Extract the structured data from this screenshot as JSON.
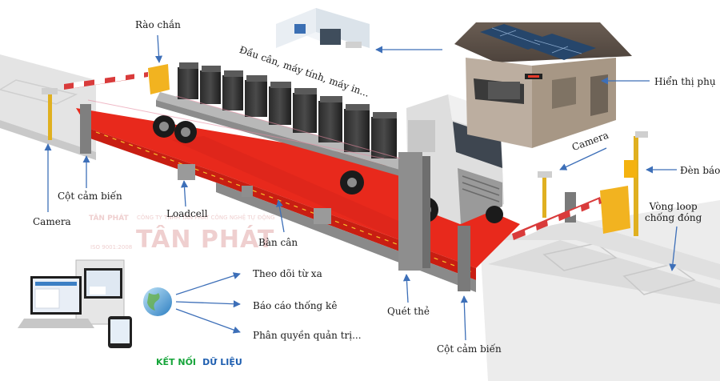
{
  "labels": {
    "rao_chan": "Rào chắn",
    "dau_can": "Đầu cân, máy tính, máy in...",
    "hien_thi_phu": "Hiển thị phụ",
    "camera_right": "Camera",
    "den_bao": "Đèn báo",
    "vong_loop": "Vòng loop\nchống đóng",
    "cot_cam_bien_left": "Cột cảm biến",
    "camera_left": "Camera",
    "loadcell": "Loadcell",
    "ban_can": "Bàn cân",
    "quet_the": "Quét thẻ",
    "cot_cam_bien_bottom": "Cột cảm biến",
    "theo_doi": "Theo dõi từ xa",
    "bao_cao": "Báo cáo thống kê",
    "phan_quyen": "Phân quyền quản trị..."
  },
  "watermark": {
    "brand_small": "TÂN PHÁT",
    "company": "CÔNG TY TNHH TÂN PHÁT CÔNG NGHỆ TỰ ĐỘNG",
    "iso": "ISO 9001:2008",
    "brand_large": "TÂN PHÁT"
  },
  "footer": {
    "ket_noi": "KẾT NỐI",
    "du_lieu": "DỮ LIỆU"
  },
  "colors": {
    "platform_red": "#e8291c",
    "platform_side": "#c81e12",
    "road": "#e9e9e9",
    "arrow": "#3d6fb8",
    "barrier_yellow": "#f2b320",
    "green_text": "#16a53a",
    "blue_text": "#1f5fb0"
  }
}
